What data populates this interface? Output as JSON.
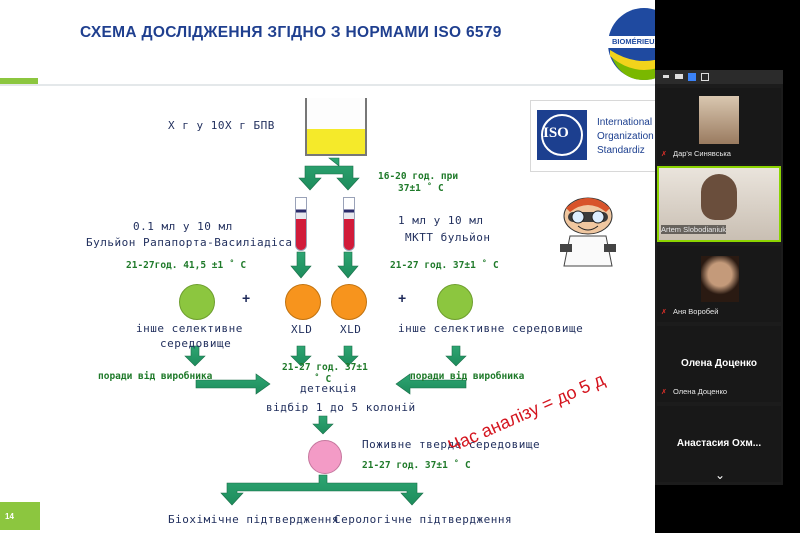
{
  "slide": {
    "title": "СХЕМА ДОСЛІДЖЕННЯ ЗГІДНО З НОРМАМИ ISO 6579",
    "logo_text": "BIOMÉRIEUX",
    "page_number": "14",
    "iso_logo": {
      "mark": "ISO",
      "lines": [
        "International",
        "Organization",
        "Standardiz"
      ]
    },
    "top_label": "X г у 10X г БПВ",
    "incubation_top": [
      "16-20 год. при",
      "37±1 ˚ С"
    ],
    "left_branch": {
      "line1": "0.1 мл у 10 мл",
      "line2": "Бульйон Рапапорта-Василіадіса",
      "temp": "21-27год.  41,5 ±1 ˚ С"
    },
    "right_branch": {
      "line1": "1 мл у 10 мл",
      "line2": "МКТТ бульйон",
      "temp": "21-27 год.  37±1 ˚ С"
    },
    "plus": "+",
    "plates": {
      "left_label": [
        "інше селективне",
        "середовище"
      ],
      "xld1": "XLD",
      "xld2": "XLD",
      "right_label": "інше селективне середовище"
    },
    "manufacturer_left": "поради від виробника",
    "manufacturer_right": "поради від виробника",
    "incubation_mid": [
      "21-27 год.  37±1",
      "˚ С"
    ],
    "detection": "детекція",
    "selection": "відбір 1 до 5 колоній",
    "nutrient_medium": "Поживне тверде середовище",
    "incubation_bottom": "21-27 год.  37±1 ˚ С",
    "analysis_time": "Час аналізу = до 5 д",
    "bottom_left": "Біохімічне  підтвердження",
    "bottom_right": "Серологічне  підтвердження"
  },
  "zoom": {
    "participants": [
      {
        "name": "Дар'я Синявська"
      },
      {
        "name": "Artem Slobodianiuk"
      },
      {
        "name": "Аня Воробей"
      },
      {
        "name": "Олена Доценко",
        "big_label": "Олена Доценко"
      },
      {
        "name": "Анастасия  Охм...",
        "big_label": "Анастасия  Охм..."
      }
    ],
    "scroll_down_glyph": "⌄"
  },
  "colors": {
    "title_blue": "#1f3f8f",
    "arrow_green": "#2e9e6a",
    "plate_green": "#8cc63f",
    "plate_orange": "#f7941d",
    "plate_pink": "#f39bc6",
    "annotation_red": "#d4141e"
  }
}
